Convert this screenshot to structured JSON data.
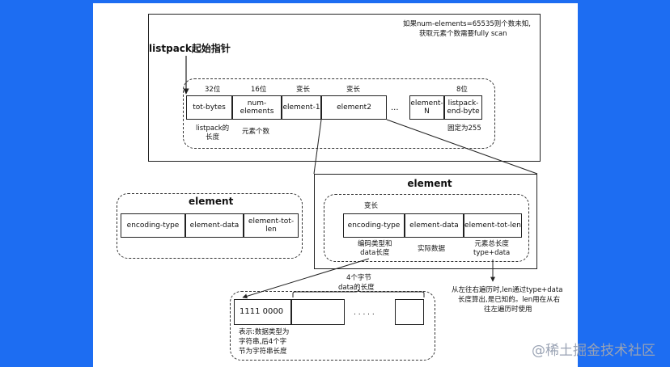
{
  "top_section": {
    "note_line1": "如果num-elements=65535则个数未知,",
    "note_line2": "获取元素个数需要fully scan",
    "pointer_label": "listpack起始指针",
    "header_labels": [
      "32位",
      "16位",
      "变长",
      "变长",
      "8位"
    ],
    "cells": [
      "tot-bytes",
      "num-elements",
      "element-1",
      "element2",
      "...",
      "element-N",
      "listpack-end-byte"
    ],
    "desc_tot_bytes": "listpack的\n长度",
    "desc_num_elements": "元素个数",
    "desc_end_byte": "固定为255"
  },
  "left_element": {
    "title": "element",
    "cells": [
      "encoding-type",
      "element-data",
      "element-tot-len"
    ]
  },
  "right_element": {
    "title": "element",
    "header_label": "变长",
    "cells": [
      "encoding-type",
      "element-data",
      "element-tot-len"
    ],
    "desc_encoding": "编码类型和\ndata长度",
    "desc_data": "实际数据",
    "desc_tot_len": "元素总长度\ntype+data"
  },
  "bottom_section": {
    "bytes_label_line1": "4个字节",
    "bytes_label_line2": "data的长度",
    "first_cell": "1111 0000",
    "dots": ". . . . .",
    "desc_line1": "表示:数据类型为",
    "desc_line2": "字符串,后4个字",
    "desc_line3": "节为字符串长度"
  },
  "traverse_note": {
    "line1": "从左往右遍历时,len通过type+data",
    "line2": "长度算出,是已知的。len用在从右",
    "line3": "往左遍历时使用"
  },
  "watermark": "@稀土掘金技术社区",
  "colors": {
    "background": "#1d6df2",
    "canvas": "#ffffff",
    "stroke": "#222222"
  }
}
